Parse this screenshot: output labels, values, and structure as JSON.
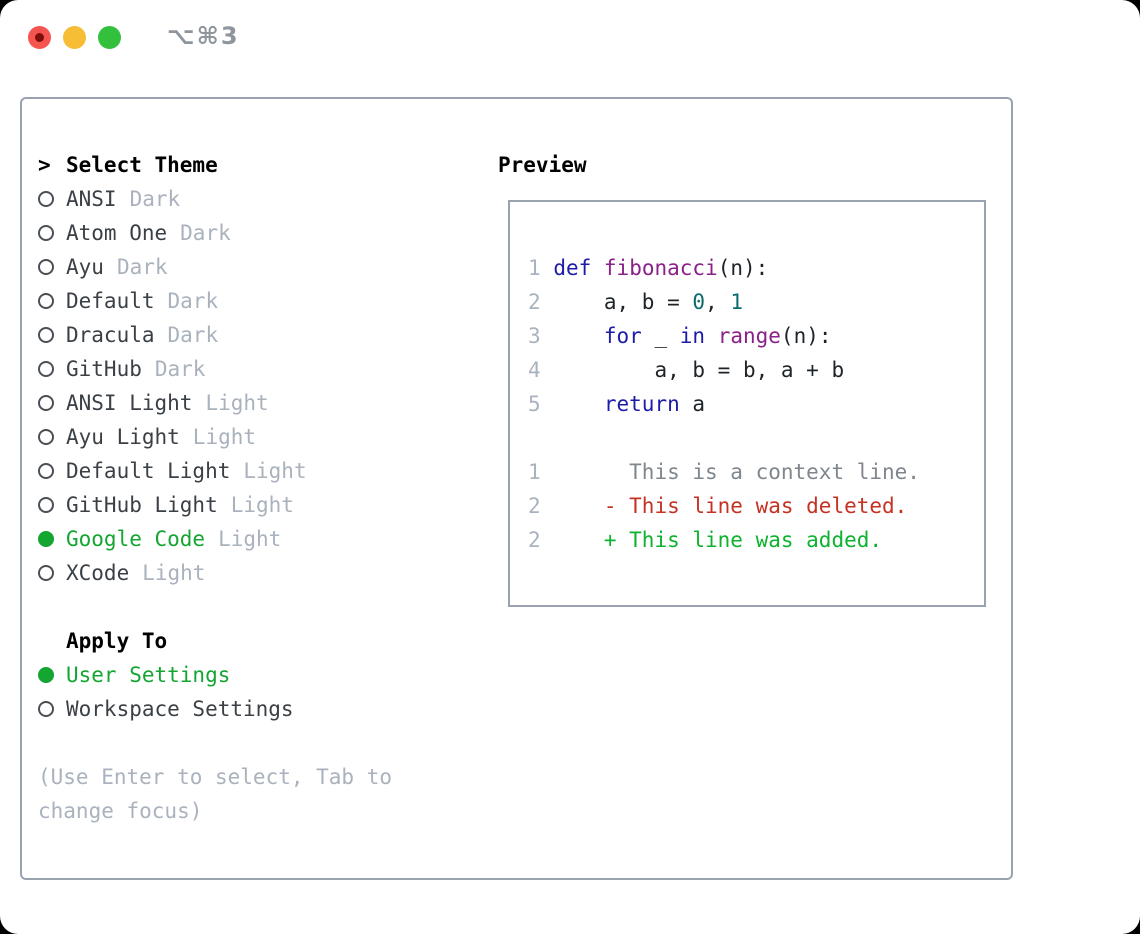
{
  "window": {
    "title": "⌥⌘3"
  },
  "colors": {
    "accent_green": "#14a532",
    "muted_gray": "#a9b2bd",
    "border_gray": "#98a3af",
    "keyword_blue": "#1c1ca8",
    "type_purple": "#8a2089",
    "literal_teal": "#0b6c6c",
    "diff_red": "#c53222",
    "diff_green": "#0db32e",
    "traffic_red": "#f6554f",
    "traffic_yellow": "#f6bd35",
    "traffic_green": "#33c13d"
  },
  "theme_picker": {
    "prompt": ">",
    "title": "Select Theme",
    "items": [
      {
        "name": "ANSI",
        "tag": "Dark",
        "selected": false
      },
      {
        "name": "Atom One",
        "tag": "Dark",
        "selected": false
      },
      {
        "name": "Ayu",
        "tag": "Dark",
        "selected": false
      },
      {
        "name": "Default",
        "tag": "Dark",
        "selected": false
      },
      {
        "name": "Dracula",
        "tag": "Dark",
        "selected": false
      },
      {
        "name": "GitHub",
        "tag": "Dark",
        "selected": false
      },
      {
        "name": "ANSI Light",
        "tag": "Light",
        "selected": false
      },
      {
        "name": "Ayu Light",
        "tag": "Light",
        "selected": false
      },
      {
        "name": "Default Light",
        "tag": "Light",
        "selected": false
      },
      {
        "name": "GitHub Light",
        "tag": "Light",
        "selected": false
      },
      {
        "name": "Google Code",
        "tag": "Light",
        "selected": true
      },
      {
        "name": "XCode",
        "tag": "Light",
        "selected": false
      }
    ],
    "apply_to": {
      "title": "Apply To",
      "options": [
        {
          "name": "User Settings",
          "selected": true
        },
        {
          "name": "Workspace Settings",
          "selected": false
        }
      ]
    },
    "hint_line1": "(Use Enter to select, Tab to",
    "hint_line2": "change focus)"
  },
  "preview": {
    "title": "Preview",
    "code": [
      {
        "num": "1",
        "tokens": [
          {
            "c": "pln",
            "t": " "
          },
          {
            "c": "kwd",
            "t": "def"
          },
          {
            "c": "pln",
            "t": " "
          },
          {
            "c": "typ",
            "t": "fibonacci"
          },
          {
            "c": "pln",
            "t": "(n):"
          }
        ]
      },
      {
        "num": "2",
        "tokens": [
          {
            "c": "pln",
            "t": "     a, b = "
          },
          {
            "c": "lit",
            "t": "0"
          },
          {
            "c": "pln",
            "t": ", "
          },
          {
            "c": "lit",
            "t": "1"
          }
        ]
      },
      {
        "num": "3",
        "tokens": [
          {
            "c": "pln",
            "t": "     "
          },
          {
            "c": "kwd",
            "t": "for"
          },
          {
            "c": "pln",
            "t": " _ "
          },
          {
            "c": "kwd",
            "t": "in"
          },
          {
            "c": "pln",
            "t": " "
          },
          {
            "c": "typ",
            "t": "range"
          },
          {
            "c": "pln",
            "t": "(n):"
          }
        ]
      },
      {
        "num": "4",
        "tokens": [
          {
            "c": "pln",
            "t": "         a, b = b, a + b"
          }
        ]
      },
      {
        "num": "5",
        "tokens": [
          {
            "c": "pln",
            "t": "     "
          },
          {
            "c": "kwd",
            "t": "return"
          },
          {
            "c": "pln",
            "t": " a"
          }
        ]
      },
      {
        "num": "",
        "tokens": []
      },
      {
        "num": "1",
        "tokens": [
          {
            "c": "ctx",
            "t": "       This is a context line."
          }
        ]
      },
      {
        "num": "2",
        "tokens": [
          {
            "c": "del",
            "t": "     - This line was deleted."
          }
        ]
      },
      {
        "num": "2",
        "tokens": [
          {
            "c": "add",
            "t": "     + This line was added."
          }
        ]
      }
    ]
  }
}
